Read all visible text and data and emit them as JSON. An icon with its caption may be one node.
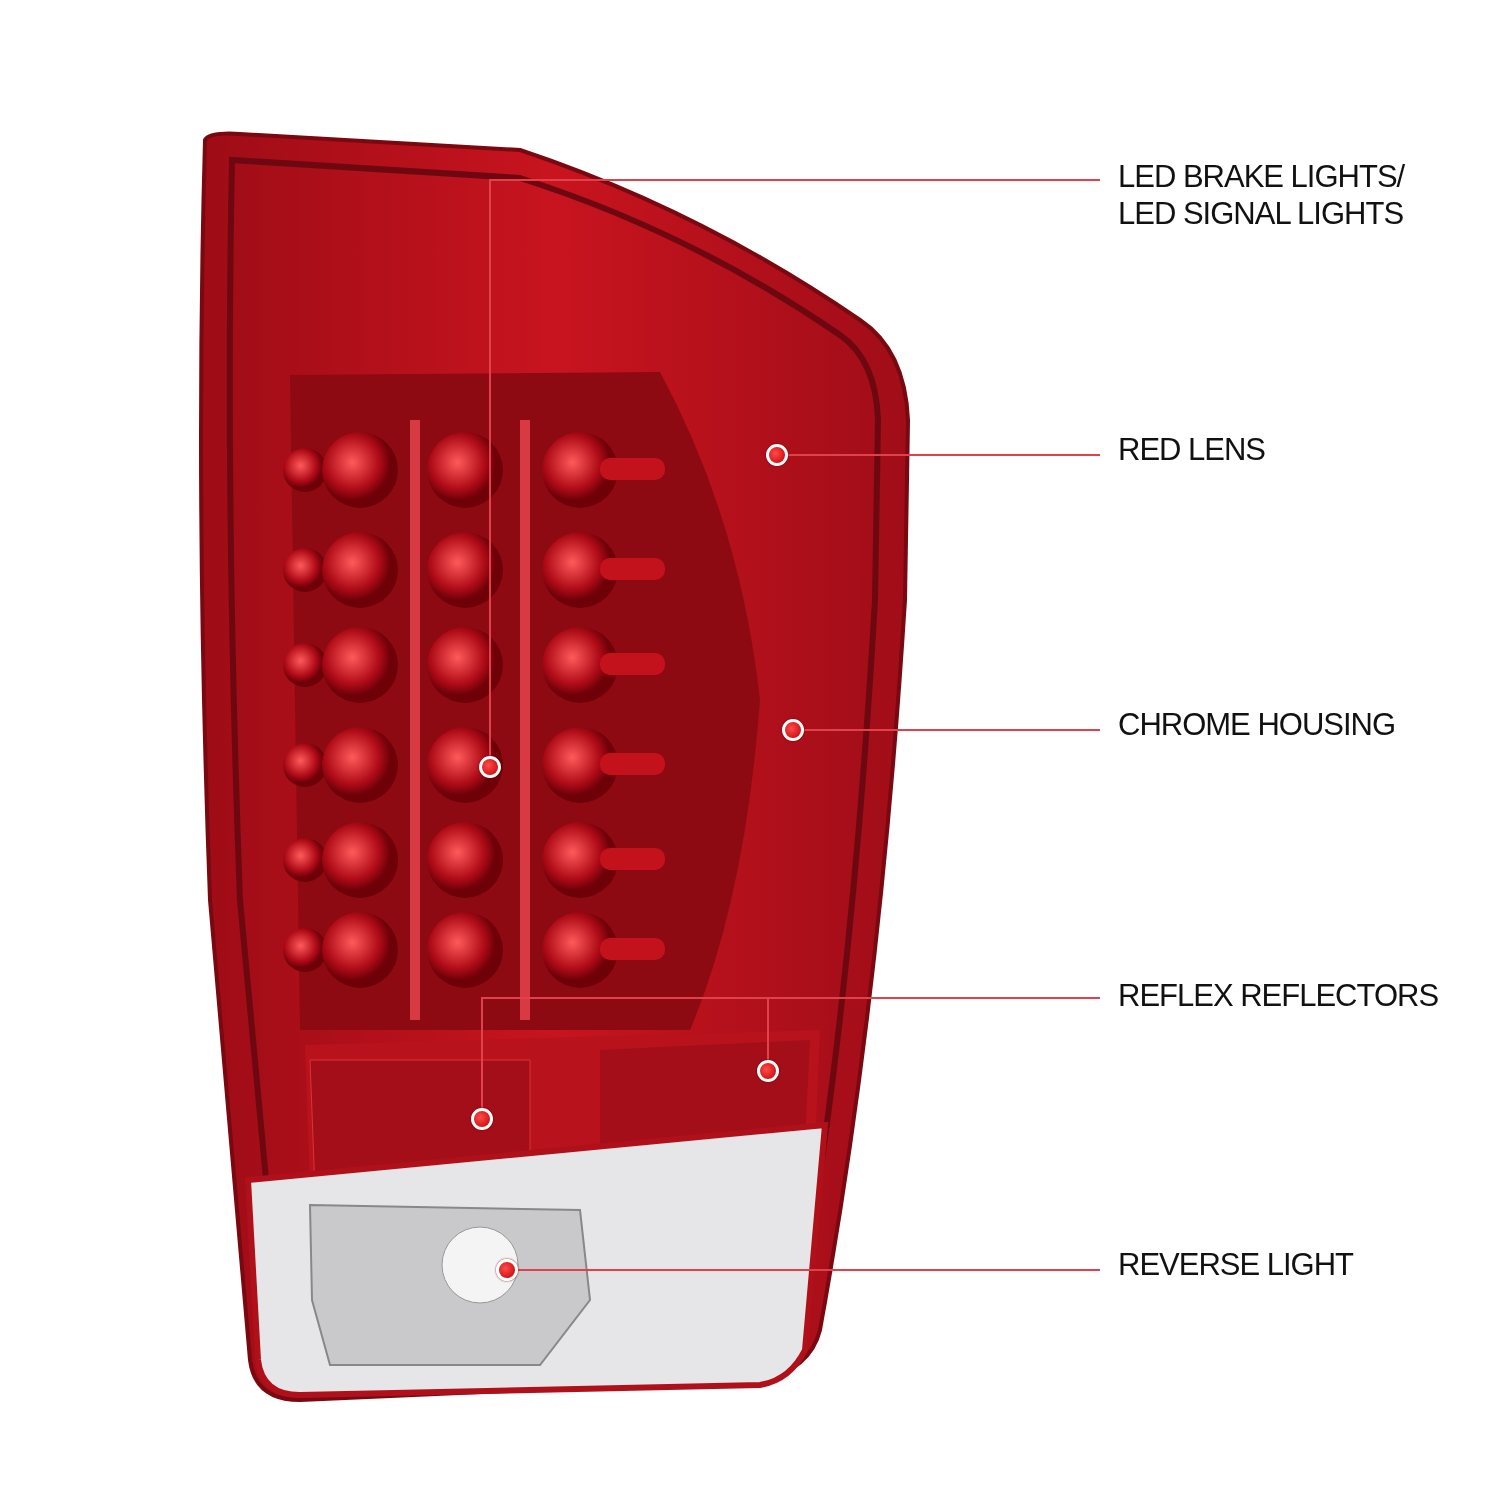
{
  "diagram": {
    "nodes": [
      {
        "text": [
          "LED BRAKE LIGHTS/ LED SIGNAL LIGHTS"
        ]
      },
      {
        "text": [
          "RED LENS"
        ]
      },
      {
        "text": [
          "CHROME HOUSING"
        ]
      },
      {
        "text": [
          "REFLEX REFLECTORS"
        ]
      },
      {
        "text": [
          "REVERSE LIGHT"
        ]
      },
      {
        "text": [],
        "shape": "circle"
      },
      {
        "text": [],
        "shape": "circle"
      },
      {
        "text": [],
        "shape": "circle"
      },
      {
        "text": [],
        "shape": "circle"
      },
      {
        "text": [],
        "shape": "circle"
      },
      {
        "text": [],
        "shape": "circle"
      }
    ],
    "edges": [
      {
        "from": 0,
        "to": 5,
        "arrow": "none"
      },
      {
        "from": 1,
        "to": 6,
        "arrow": "none"
      },
      {
        "from": 2,
        "to": 7,
        "arrow": "none"
      },
      {
        "from": 3,
        "to": 8,
        "arrow": "none"
      },
      {
        "from": 3,
        "to": 9,
        "arrow": "none"
      },
      {
        "from": 4,
        "to": 10,
        "arrow": "none"
      }
    ]
  }
}
